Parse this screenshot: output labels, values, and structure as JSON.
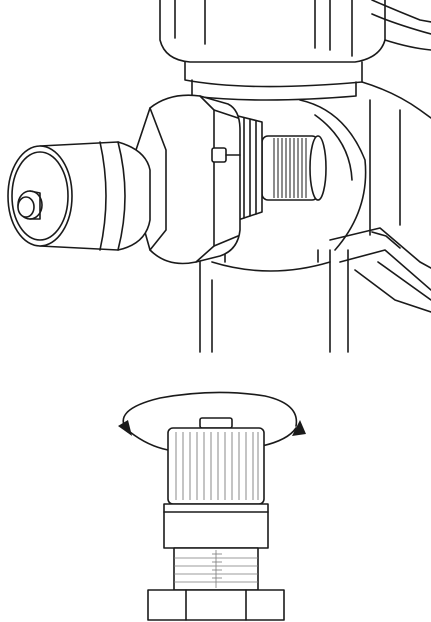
{
  "figure": {
    "top_view": {
      "subject": "valve-with-adjustment-knob"
    },
    "bottom_view": {
      "subject": "adjustment-knob-rotation",
      "rotation_arrow": "bidirectional"
    }
  }
}
